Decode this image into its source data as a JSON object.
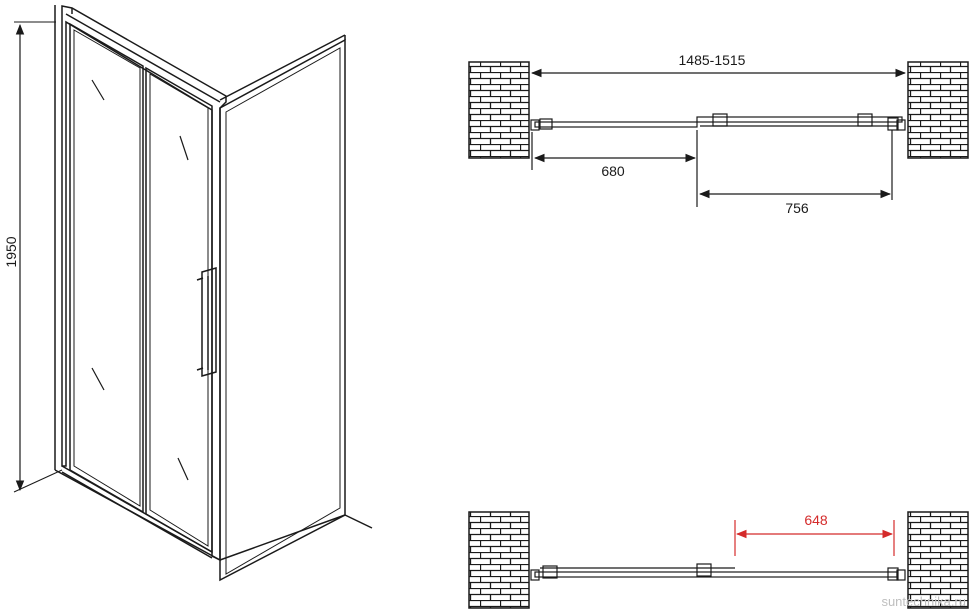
{
  "dimensions": {
    "height": "1950",
    "width_range": "1485-1515",
    "fixed_panel": "680",
    "door_panel": "756",
    "opening": "648"
  },
  "watermark": "suntechnika.ru",
  "colors": {
    "line": "#1a1a1a",
    "accent": "#d42a2a",
    "brick": "#ffffff"
  }
}
